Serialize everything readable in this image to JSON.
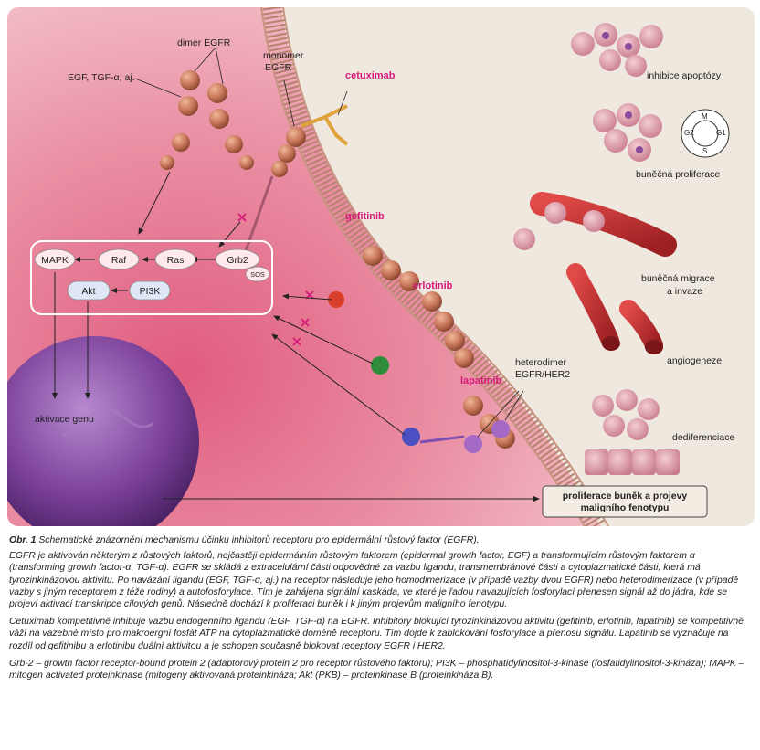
{
  "diagram": {
    "labels": {
      "dimer": "dimer EGFR",
      "ligands": "EGF, TGF-α, aj.",
      "monomer_line1": "monomer",
      "monomer_line2": "EGFR",
      "heterodimer_line1": "heterodimer",
      "heterodimer_line2": "EGFR/HER2",
      "gene_activation": "aktivace genu"
    },
    "drugs": {
      "cetuximab": "cetuximab",
      "gefitinib": "gefitinib",
      "erlotinib": "erlotinib",
      "lapatinib": "lapatinib"
    },
    "pathway": {
      "mapk": "MAPK",
      "raf": "Raf",
      "ras": "Ras",
      "grb2": "Grb2",
      "sos": "SOS",
      "akt": "Akt",
      "pi3k": "PI3K"
    },
    "effects": {
      "apoptosis": "inhibice apoptózy",
      "proliferation": "buněčná proliferace",
      "migration_line1": "buněčná migrace",
      "migration_line2": "a invaze",
      "angiogenesis": "angiogeneze",
      "dedifferentiation": "dediferenciace"
    },
    "cell_cycle": {
      "m": "M",
      "g1": "G1",
      "s": "S",
      "g2": "G2"
    },
    "result_box": {
      "line1": "proliferace buněk a projevy",
      "line2": "maligního fenotypu"
    },
    "colors": {
      "accent": "#d6197a",
      "cell": "#e8a3b0",
      "membrane": "#c98a7a",
      "receptor": "#c8765a"
    }
  },
  "caption": {
    "figure_label": "Obr. 1",
    "title": "Schematické znázornění mechanismu účinku inhibitorů receptoru pro epidermální růstový faktor (EGFR).",
    "p1": "EGFR je aktivován některým z růstových faktorů, nejčastěji epidermálním růstovým faktorem (epidermal growth factor, EGF) a transformujícím růstovým faktorem α (transforming growth factor-α, TGF-α). EGFR se skládá z extracelulární části odpovědné za vazbu ligandu, transmembránové části a cytoplazmatické části, která má tyrozinkinázovou aktivitu. Po navázání ligandu (EGF, TGF-α, aj.) na receptor následuje jeho homodimerizace (v případě vazby dvou EGFR) nebo heterodimerizace (v případě vazby s jiným receptorem z téže rodiny) a autofosforylace. Tím je zahájena signální kaskáda, ve které je řadou navazujících fosforylací přenesen signál až do jádra, kde se projeví aktivací transkripce cílových genů. Následně dochází k proliferaci buněk i k jiným projevům maligního fenotypu.",
    "p2": "Cetuximab kompetitivně inhibuje vazbu endogenního ligandu (EGF, TGF-α) na EGFR. Inhibitory blokující tyrozinkinázovou aktivitu (gefitinib, erlotinib, lapatinib) se kompetitivně váží na vazebné místo pro makroergní fosfát ATP na cytoplazmatické doméně receptoru. Tím dojde k zablokování fosforylace a přenosu signálu. Lapatinib se vyznačuje na rozdíl od gefitinibu a erlotinibu duální aktivitou a je schopen současně blokovat receptory EGFR i HER2.",
    "p3": "Grb-2 – growth factor receptor-bound protein 2 (adaptorový protein 2 pro receptor růstového faktoru); PI3K – phosphatidylinositol-3-kinase (fosfatidylinositol-3-kináza); MAPK – mitogen activated proteinkinase (mitogeny aktivovaná proteinkináza; Akt (PKB) – proteinkinase B (proteinkináza B)."
  }
}
